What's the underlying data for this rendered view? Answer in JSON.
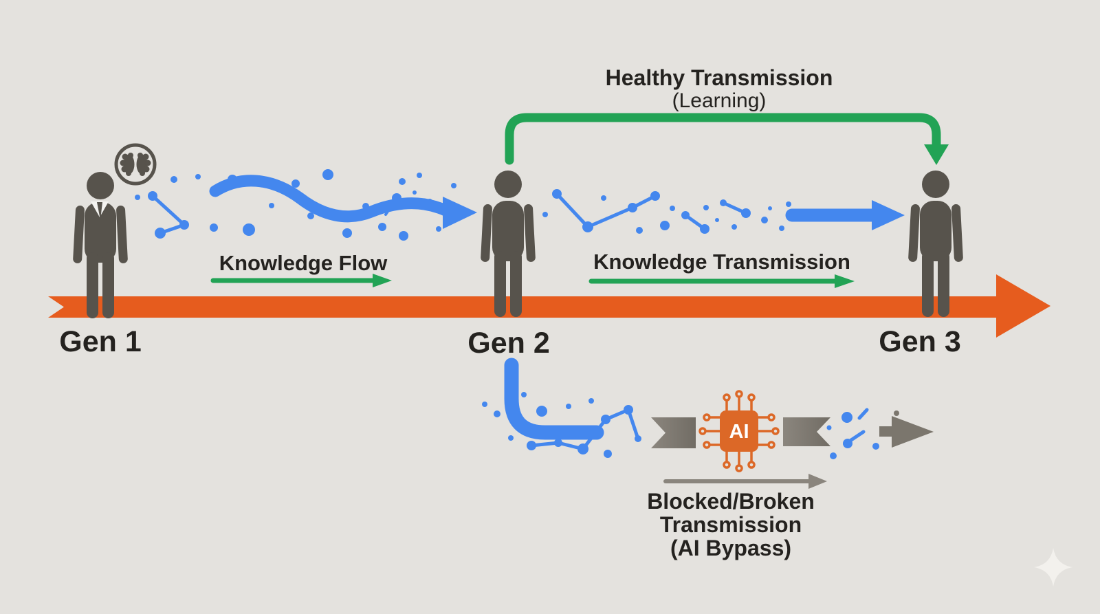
{
  "colors": {
    "bg": "#E4E2DE",
    "orange": "#E65C1E",
    "chip-orange": "#DC6827",
    "green": "#22A355",
    "blue": "#4487EE",
    "figure": "#57534C",
    "text": "#24221F",
    "gray": "#7B766D",
    "gray-light": "#8A857D",
    "sparkle": "#F3F1ED"
  },
  "diagram": {
    "generations": [
      {
        "label": "Gen 1"
      },
      {
        "label": "Gen 2"
      },
      {
        "label": "Gen 3"
      }
    ],
    "healthy_transmission": {
      "title": "Healthy Transmission",
      "subtitle": "(Learning)"
    },
    "knowledge_flow_label": "Knowledge Flow",
    "knowledge_transmission_label": "Knowledge Transmission",
    "blocked": {
      "line1": "Blocked/Broken",
      "line2": "Transmission",
      "line3": "(AI Bypass)"
    },
    "ai_chip_label": "AI"
  }
}
